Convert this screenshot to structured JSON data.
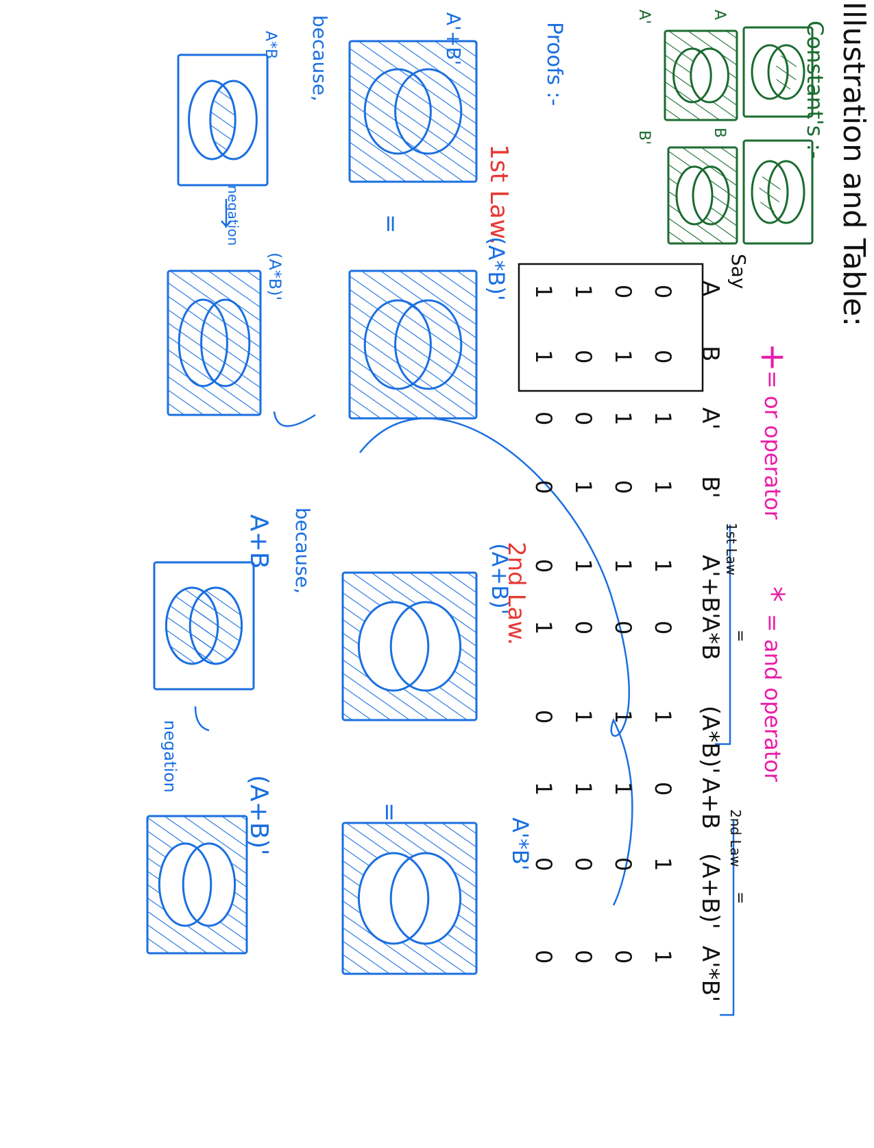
{
  "title": "Illustration and Table:",
  "constants_label": "Constant's :-",
  "constants": {
    "a": "A",
    "b": "B",
    "a_prime": "A'",
    "b_prime": "B'"
  },
  "operators": {
    "or_symbol": "+",
    "or_text": "= or operator",
    "and_symbol": "*",
    "and_text": "= and operator"
  },
  "say_label": "Say",
  "law_marks": {
    "first": "1st Law",
    "second": "2nd Law",
    "equals": "="
  },
  "truth_table": {
    "headers": [
      "A",
      "B",
      "A'",
      "B'",
      "A'+B'",
      "A*B",
      "(A*B)'",
      "A+B",
      "(A+B)'",
      "A'*B'"
    ],
    "rows": [
      [
        "0",
        "0",
        "1",
        "1",
        "1",
        "0",
        "1",
        "0",
        "1",
        "1"
      ],
      [
        "0",
        "1",
        "1",
        "0",
        "1",
        "0",
        "1",
        "1",
        "0",
        "0"
      ],
      [
        "1",
        "0",
        "0",
        "1",
        "1",
        "0",
        "1",
        "1",
        "0",
        "0"
      ],
      [
        "1",
        "1",
        "0",
        "0",
        "0",
        "1",
        "0",
        "1",
        "0",
        "0"
      ]
    ]
  },
  "proofs": {
    "label": "Proofs :-",
    "first_law": "1st Law.",
    "second_law": "2nd Law.",
    "a_prime_plus_b_prime": "A'+B'",
    "a_and_b_neg": "(A*B)'",
    "because": "because,",
    "because2": "because,",
    "a_and_b": "A*B",
    "a_and_b_neg2": "(A*B)'",
    "negation": "negation",
    "negation2": "negation",
    "equals": "=",
    "a_plus_b_neg": "(A+B)'",
    "a_prime_and_b_prime": "A'*B'",
    "a_plus_b": "A+B",
    "a_plus_b_neg2": "(A+B)'"
  },
  "colors": {
    "ink": "#111111",
    "green": "#1a6b2f",
    "blue": "#1a6fe0",
    "red": "#e53935",
    "pink": "#e91ea8"
  }
}
